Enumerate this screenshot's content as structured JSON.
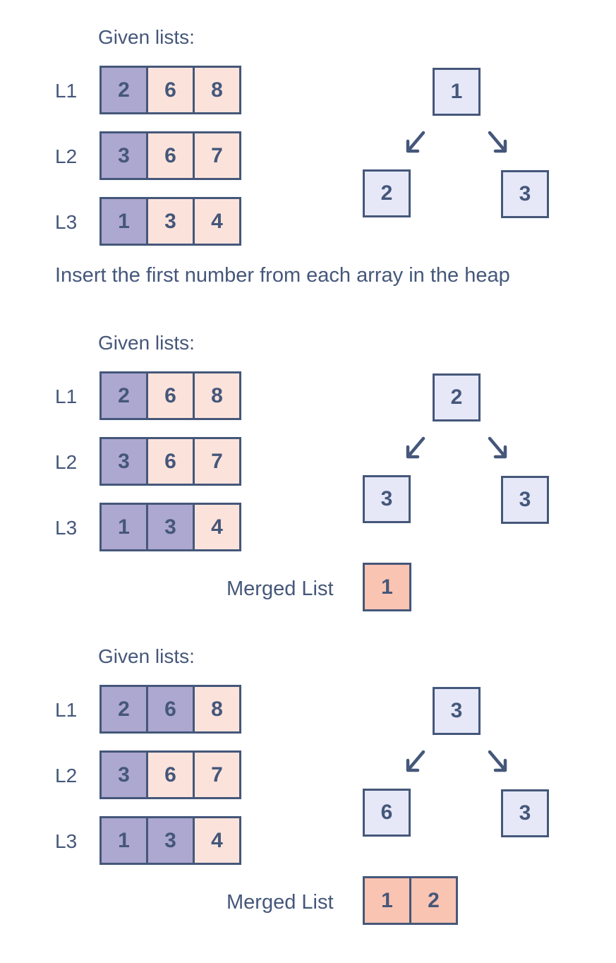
{
  "panels": [
    {
      "given_title": "Given lists:",
      "lists": [
        {
          "label": "L1",
          "values": [
            "2",
            "6",
            "8"
          ],
          "used": [
            true,
            false,
            false
          ]
        },
        {
          "label": "L2",
          "values": [
            "3",
            "6",
            "7"
          ],
          "used": [
            true,
            false,
            false
          ]
        },
        {
          "label": "L3",
          "values": [
            "1",
            "3",
            "4"
          ],
          "used": [
            true,
            false,
            false
          ]
        }
      ],
      "heap": {
        "root": "1",
        "left": "2",
        "right": "3"
      },
      "caption": "Insert the first number from each array in the heap"
    },
    {
      "given_title": "Given lists:",
      "lists": [
        {
          "label": "L1",
          "values": [
            "2",
            "6",
            "8"
          ],
          "used": [
            true,
            false,
            false
          ]
        },
        {
          "label": "L2",
          "values": [
            "3",
            "6",
            "7"
          ],
          "used": [
            true,
            false,
            false
          ]
        },
        {
          "label": "L3",
          "values": [
            "1",
            "3",
            "4"
          ],
          "used": [
            true,
            true,
            false
          ]
        }
      ],
      "heap": {
        "root": "2",
        "left": "3",
        "right": "3"
      },
      "merged_label": "Merged List",
      "merged": [
        "1"
      ]
    },
    {
      "given_title": "Given lists:",
      "lists": [
        {
          "label": "L1",
          "values": [
            "2",
            "6",
            "8"
          ],
          "used": [
            true,
            true,
            false
          ]
        },
        {
          "label": "L2",
          "values": [
            "3",
            "6",
            "7"
          ],
          "used": [
            true,
            false,
            false
          ]
        },
        {
          "label": "L3",
          "values": [
            "1",
            "3",
            "4"
          ],
          "used": [
            true,
            true,
            false
          ]
        }
      ],
      "heap": {
        "root": "3",
        "left": "6",
        "right": "3"
      },
      "merged_label": "Merged List",
      "merged": [
        "1",
        "2"
      ]
    }
  ],
  "colors": {
    "ink": "#45577a",
    "used_cell": "#ada8d0",
    "pending_cell": "#fbe3dc",
    "merged_cell": "#fac4b2",
    "heap_node": "#e6e8f8"
  },
  "icons": {
    "left_arrow": "arrow-down-left-icon",
    "right_arrow": "arrow-down-right-icon"
  }
}
